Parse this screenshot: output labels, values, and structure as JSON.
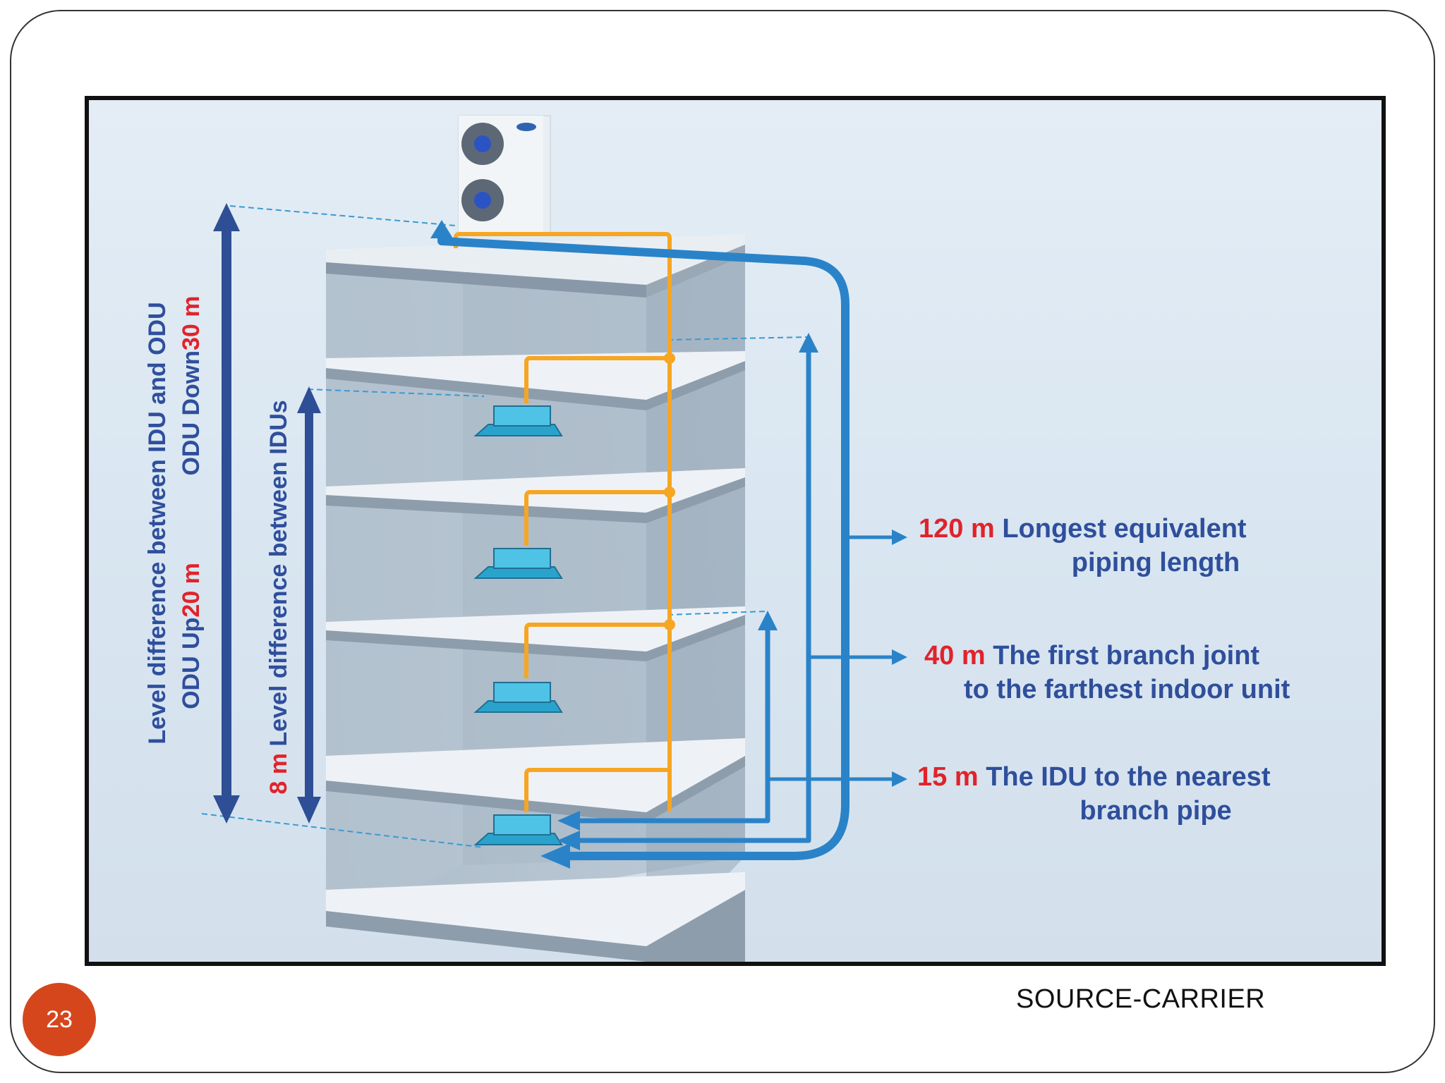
{
  "slide": {
    "page_number": "23",
    "source_text": "SOURCE-CARRIER"
  },
  "diagram": {
    "vertical_labels": {
      "idu_odu_line1": "Level difference between IDU and ODU",
      "odu_up_text": "ODU Up",
      "odu_up_value": "20 m",
      "odu_down_text": "ODU Down",
      "odu_down_value": "30 m",
      "idus_value": "8 m",
      "idus_text": "Level difference between IDUs"
    },
    "callouts": [
      {
        "value": "120 m",
        "line1": "Longest equivalent",
        "line2": "piping length"
      },
      {
        "value": "40 m",
        "line1": "The first branch joint",
        "line2": "to the farthest indoor unit"
      },
      {
        "value": "15 m",
        "line1": "The IDU to the nearest",
        "line2": "branch pipe"
      }
    ],
    "colors": {
      "value_red": "#e0232b",
      "text_blue": "#2f4f9c",
      "arrow_blue": "#2a83c8",
      "pipe_orange": "#f6a623",
      "dark_arrow": "#2e4f96",
      "idu_cyan": "#3ab4da"
    },
    "icons": [
      "outdoor-unit-icon",
      "indoor-unit-icon"
    ]
  }
}
